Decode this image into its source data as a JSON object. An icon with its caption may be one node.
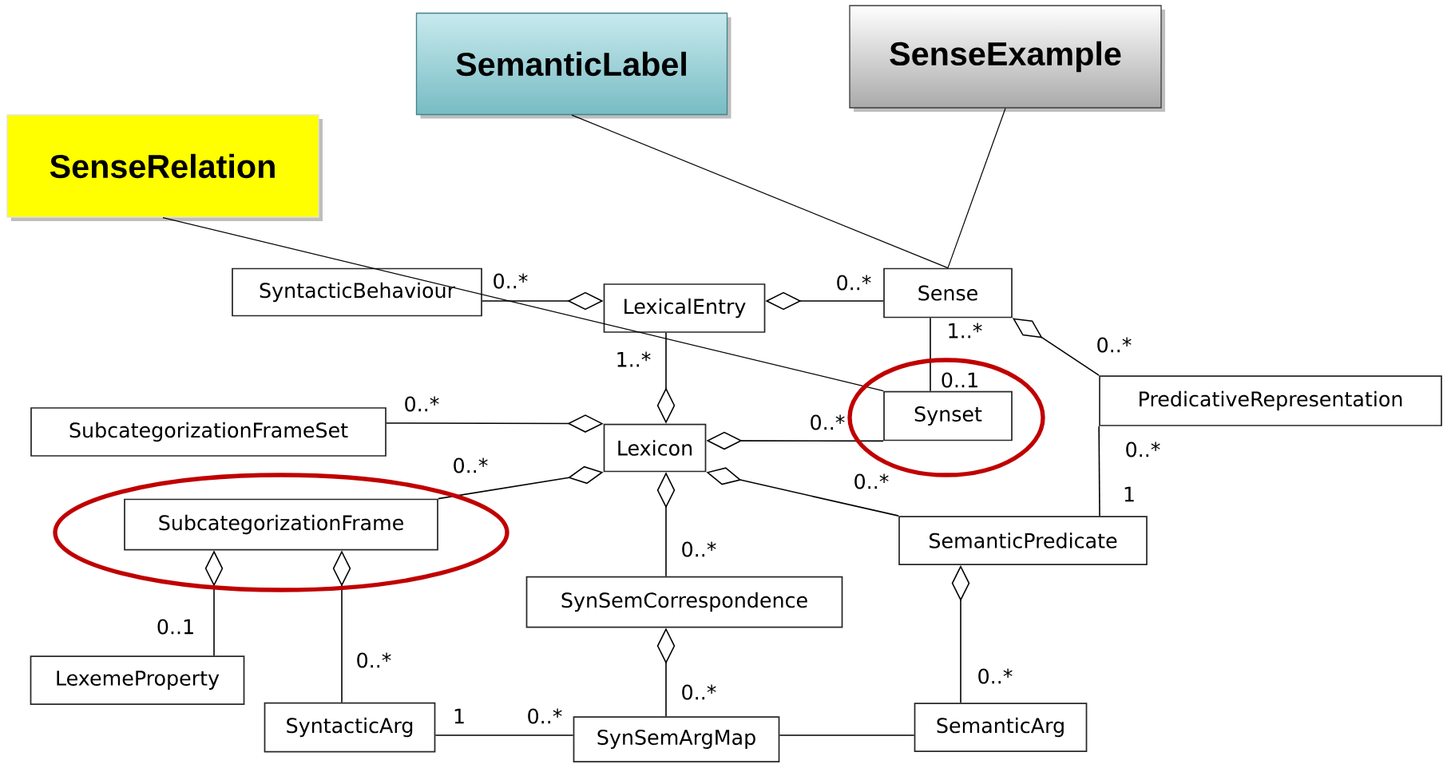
{
  "diagram": {
    "nodes": [
      {
        "text": [
          "SenseRelation"
        ]
      },
      {
        "text": [
          "SemanticLabel"
        ]
      },
      {
        "text": [
          "SenseExample"
        ]
      },
      {
        "text": [
          "SyntacticBehaviour"
        ]
      },
      {
        "text": [
          "LexicalEntry"
        ]
      },
      {
        "text": [
          "Sense"
        ]
      },
      {
        "text": [
          "Synset"
        ]
      },
      {
        "text": [
          "PredicativeRepresentation"
        ]
      },
      {
        "text": [
          "SubcategorizationFrameSet"
        ]
      },
      {
        "text": [
          "Lexicon"
        ]
      },
      {
        "text": [
          "SubcategorizationFrame"
        ]
      },
      {
        "text": [
          "SemanticPredicate"
        ]
      },
      {
        "text": [
          "SynSemCorrespondence"
        ]
      },
      {
        "text": [
          "LexemeProperty"
        ]
      },
      {
        "text": [
          "SyntacticArg"
        ]
      },
      {
        "text": [
          "SynSemArgMap"
        ]
      },
      {
        "text": [
          "SemanticArg"
        ]
      }
    ],
    "edges": [
      {
        "from": 3,
        "to": 4,
        "arrow": "other"
      },
      {
        "from": 5,
        "to": 4,
        "arrow": "other"
      },
      {
        "from": 6,
        "to": 5,
        "arrow": "none"
      },
      {
        "from": 7,
        "to": 5,
        "arrow": "other"
      },
      {
        "from": 4,
        "to": 9,
        "arrow": "other"
      },
      {
        "from": 8,
        "to": 9,
        "arrow": "other"
      },
      {
        "from": 6,
        "to": 9,
        "arrow": "other"
      },
      {
        "from": 10,
        "to": 9,
        "arrow": "other"
      },
      {
        "from": 11,
        "to": 9,
        "arrow": "other"
      },
      {
        "from": 12,
        "to": 9,
        "arrow": "other"
      },
      {
        "from": 11,
        "to": 7,
        "arrow": "none"
      },
      {
        "from": 13,
        "to": 10,
        "arrow": "other"
      },
      {
        "from": 14,
        "to": 10,
        "arrow": "other"
      },
      {
        "from": 15,
        "to": 12,
        "arrow": "other"
      },
      {
        "from": 16,
        "to": 11,
        "arrow": "other"
      },
      {
        "from": 14,
        "to": 15,
        "arrow": "none"
      },
      {
        "from": 15,
        "to": 16,
        "arrow": "none"
      },
      {
        "from": 0,
        "to": 6,
        "arrow": "none"
      },
      {
        "from": 1,
        "to": 5,
        "arrow": "none"
      },
      {
        "from": 2,
        "to": 5,
        "arrow": "none"
      }
    ],
    "labels": [
      "0..*",
      "0..*",
      "1..*",
      "0..*",
      "1..*",
      "0..1",
      "0..*",
      "0..*",
      "0..*",
      "0..*",
      "0..*",
      "1",
      "0..*",
      "0..1",
      "0..*",
      "0..*",
      "0..*",
      "1",
      "0..*"
    ]
  }
}
